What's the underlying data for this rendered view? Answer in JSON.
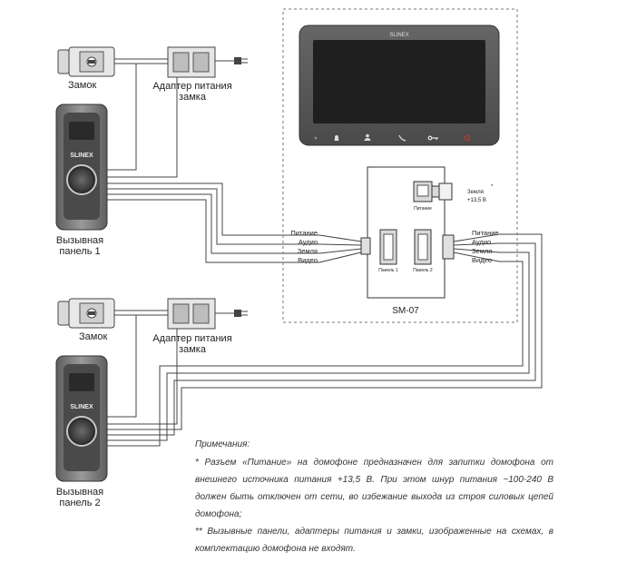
{
  "labels": {
    "lock": "Замок",
    "adapter_line1": "Адаптер питания",
    "adapter_line2": "замка",
    "panel1_line1": "Вызывная",
    "panel1_line2": "панель 1",
    "panel2_line1": "Вызывная",
    "panel2_line2": "панель 2",
    "brand": "SLINEX",
    "module": "SM-07",
    "connector_left": "Панель 1",
    "connector_right": "Панель 2",
    "connector_power": "Питание",
    "ground_label": "Земля",
    "voltage_label": "+13,5 В",
    "asterisk": "*"
  },
  "wires_left": [
    "Питание",
    "Аудио",
    "Земля",
    "Видео"
  ],
  "wires_right": [
    "Питание",
    "Аудио",
    "Земля",
    "Видео"
  ],
  "notes": {
    "title": "Примечания:",
    "note1": "* Разъем «Питание» на домофоне предназначен для запитки домофона от внешнего источника питания +13,5 В. При этом шнур питания ~100-240 В должен быть отключен от сети, во избежание выхода из строя силовых цепей домофона;",
    "note2": "** Вызывные панели, адаптеры питания и замки, изображенные на схемах, в комплектацию домофона не входят."
  },
  "colors": {
    "line": "#333333",
    "panel_body": "#7a7a7a",
    "panel_dark": "#3b3b3b",
    "monitor": "#565656",
    "screen": "#222222",
    "accent_red": "#c0392b"
  }
}
